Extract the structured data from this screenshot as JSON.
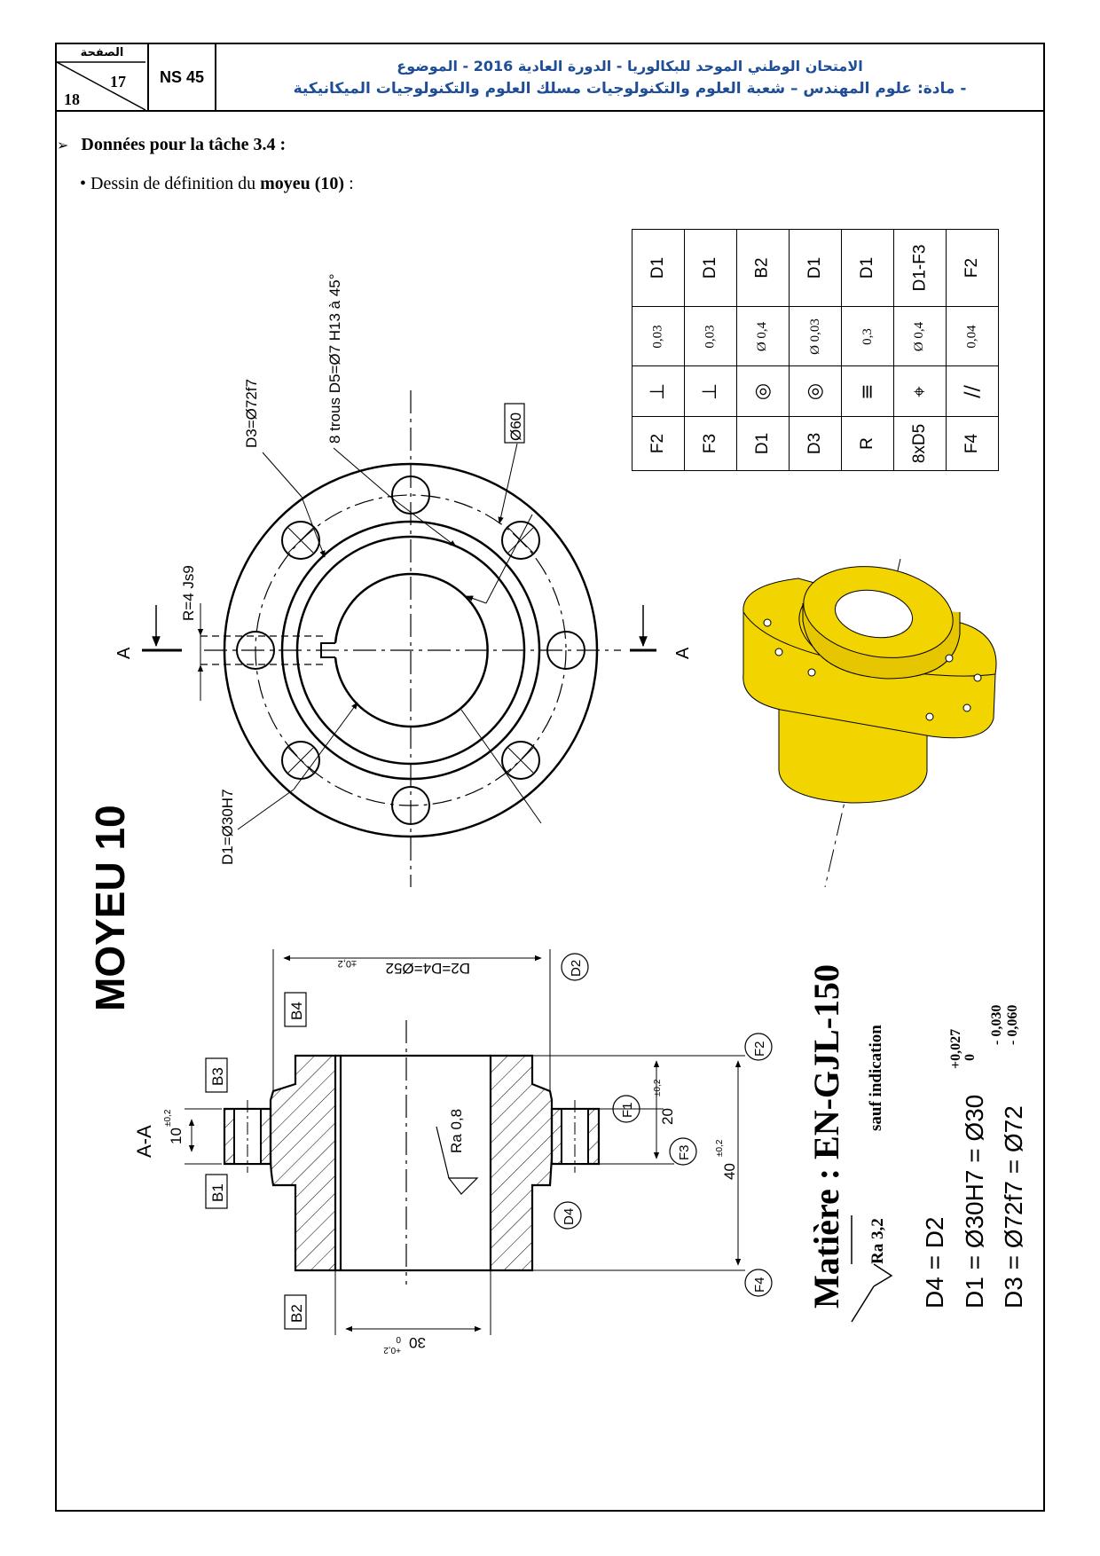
{
  "header": {
    "pages_label": "الصفحة",
    "page_current": "17",
    "page_total": "18",
    "code": "NS 45",
    "title_line1": "الامتحان الوطني الموحد للبكالوريا - الدورة العادية 2016 - الموضوع",
    "title_line2": "- مادة: علوم المهندس – شعبة العلوم والتكنولوجيات مسلك العلوم والتكنولوجيات الميكانيكية"
  },
  "task": {
    "arrow": "➢",
    "label": "Données pour la tâche 3.4 :"
  },
  "subtitle": {
    "bullet": "•",
    "prefix": "Dessin de définition du ",
    "part": "moyeu (10)",
    "suffix": " :"
  },
  "drawing_title": "MOYEU 10",
  "front_view": {
    "section_mark_left": "A",
    "section_mark_right": "A",
    "label_keyway": "R=4 Js9",
    "label_d3": "D3=Ø72f7",
    "label_holes": "8 trous D5=Ø7 H13 à 45°",
    "label_pcd": "Ø60",
    "label_d1": "D1=Ø30H7"
  },
  "section_view": {
    "title": "A-A",
    "dim_d2": "D2=D4=Ø52",
    "dim_d2_tol": "±0,2",
    "dim_10": "10",
    "dim_10_tol": "±0,2",
    "dim_20": "20",
    "dim_20_tol": "±0,2",
    "dim_40": "40",
    "dim_40_tol": "±0,2",
    "dim_30": "30",
    "dim_30_tol_up": "0",
    "dim_30_tol_low": "+0,2",
    "roughness_bore": "Ra 0,8",
    "refs": [
      "B4",
      "B3",
      "B1",
      "B2",
      "D2",
      "F2",
      "F1",
      "F3",
      "D4",
      "F4"
    ]
  },
  "tolerance_table": {
    "rows": [
      {
        "feature": "F2",
        "symbol": "⊥",
        "value": "0,03",
        "datum": "D1"
      },
      {
        "feature": "F3",
        "symbol": "⊥",
        "value": "0,03",
        "datum": "D1"
      },
      {
        "feature": "D1",
        "symbol": "◎",
        "value": "Ø 0,4",
        "datum": "B2"
      },
      {
        "feature": "D3",
        "symbol": "◎",
        "value": "Ø 0,03",
        "datum": "D1"
      },
      {
        "feature": "R",
        "symbol": "≡",
        "value": "0,3",
        "datum": "D1"
      },
      {
        "feature": "8xD5",
        "symbol": "⌖",
        "value": "Ø 0,4",
        "datum": "D1-F3"
      },
      {
        "feature": "F4",
        "symbol": "//",
        "value": "0,04",
        "datum": "F2"
      }
    ]
  },
  "notes": {
    "material": "Matière : EN-GJL-150",
    "roughness": "Ra 3,2",
    "roughness_note": "sauf indication",
    "eq1": "D4 = D2",
    "eq2": "D1 = Ø30H7 = Ø30",
    "eq2_sup": "+0,027",
    "eq2_sub": "0",
    "eq3": "D3 = Ø72f7  = Ø72",
    "eq3_sup": "- 0,030",
    "eq3_sub": "- 0,060"
  },
  "colors": {
    "header_blue": "#1f4e96",
    "part_yellow": "#f2d400",
    "part_shadow": "#c9a800"
  }
}
